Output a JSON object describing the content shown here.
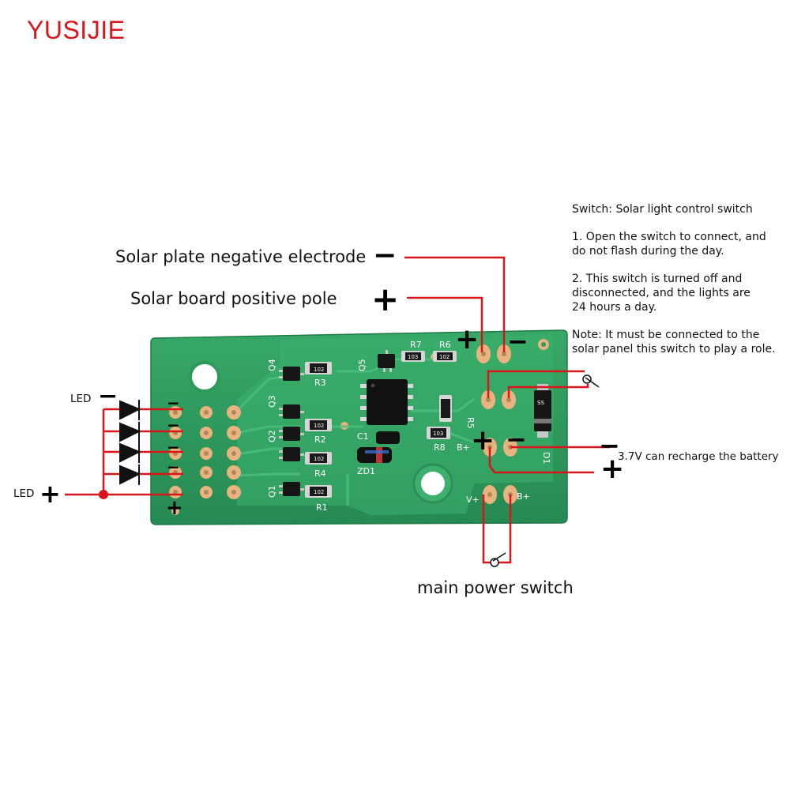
{
  "brand": "YUSIJIE",
  "labels": {
    "solar_negative": "Solar plate negative electrode",
    "solar_positive": "Solar board positive pole",
    "led_negative": "LED",
    "led_positive": "LED",
    "battery": "3.7V can recharge the battery",
    "main_switch": "main power switch"
  },
  "signs": {
    "minus": "−",
    "plus": "+"
  },
  "note": {
    "title": "Switch: Solar light control switch",
    "item1": "1. Open the switch to connect, and\ndo not flash during the day.",
    "item2": "2. This switch is turned off and\ndisconnected, and the lights are\n24 hours a day.",
    "item3": "Note: It must be connected to the\nsolar panel this switch to play a role."
  },
  "pcb": {
    "silkscreen": [
      "R7",
      "R6",
      "R3",
      "R2",
      "R4",
      "R1",
      "R8",
      "R5",
      "C1",
      "ZD1",
      "Q1",
      "Q2",
      "Q3",
      "Q4",
      "Q5",
      "D1",
      "B+",
      "V+",
      "B+"
    ],
    "chip_codes": [
      "102",
      "103",
      "102",
      "102",
      "102",
      "102",
      "103",
      "SS"
    ]
  },
  "colors": {
    "brand": "#d8161c",
    "wire": "#d8161c",
    "pcb": "#2f9a5e",
    "pad": "#e8b37f"
  }
}
